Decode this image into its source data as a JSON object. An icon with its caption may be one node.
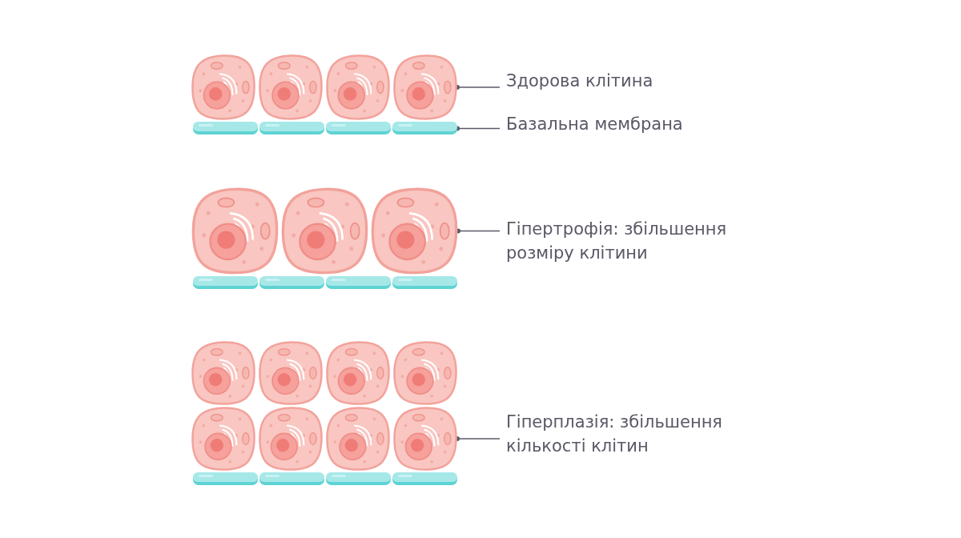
{
  "diagram": {
    "nodes": [
      {
        "text": [
          "Здорова клітина"
        ]
      },
      {
        "text": [],
        "shape": "picture"
      },
      {
        "text": [
          "Базальна мембрана"
        ]
      },
      {
        "text": [],
        "shape": "bar"
      },
      {
        "text": [
          "Гіпертрофія: збільшення розміру клітини"
        ]
      },
      {
        "text": [],
        "shape": "picture"
      },
      {
        "text": [
          "Гіперплазія: збільшення кількості клітин"
        ]
      },
      {
        "text": [],
        "shape": "picture"
      }
    ],
    "edges": [
      {
        "from": 0,
        "to": 1,
        "arrow": "other"
      },
      {
        "from": 2,
        "to": 3,
        "arrow": "other"
      },
      {
        "from": 4,
        "to": 5,
        "arrow": "other"
      },
      {
        "from": 6,
        "to": 7,
        "arrow": "other"
      }
    ]
  }
}
